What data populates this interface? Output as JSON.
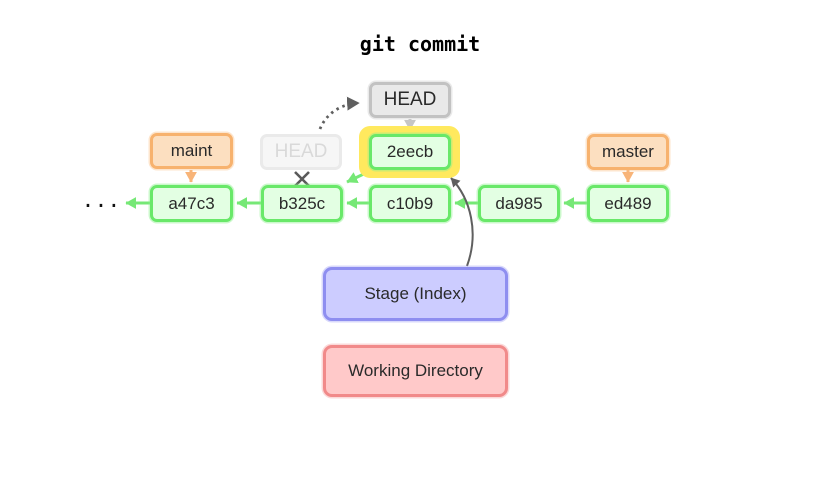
{
  "title": "git commit",
  "graph": {
    "ellipsis": "...",
    "head": "HEAD",
    "head_old": "HEAD",
    "new_commit": {
      "id": "2eecb",
      "highlighted": true
    },
    "commits": [
      {
        "id": "a47c3"
      },
      {
        "id": "b325c"
      },
      {
        "id": "c10b9"
      },
      {
        "id": "da985"
      },
      {
        "id": "ed489"
      }
    ],
    "branches": [
      {
        "label": "maint"
      },
      {
        "label": "master"
      }
    ]
  },
  "areas": {
    "stage": "Stage (Index)",
    "working": "Working Directory"
  },
  "colors": {
    "commit_border": "#69e869",
    "commit_fill": "#e3ffe3",
    "branch_border": "#f7b26e",
    "branch_fill": "#fcdfc0",
    "head_border": "#c2c2c2",
    "head_fill": "#e9e9e9",
    "head_old_border": "#eaeaea",
    "head_old_fill": "#f6f6f6",
    "head_old_text": "#d9d9d9",
    "highlight": "#ffe95e",
    "stage_border": "#8e8ef0",
    "stage_fill": "#ccccff",
    "working_border": "#f18a8a",
    "working_fill": "#ffc9c9",
    "arrow_green": "#76e876",
    "arrow_orange": "#f8b478",
    "arrow_gray": "#c6c6c6",
    "arrow_dark": "#5f5f5f",
    "text": "#2a2a2a"
  }
}
